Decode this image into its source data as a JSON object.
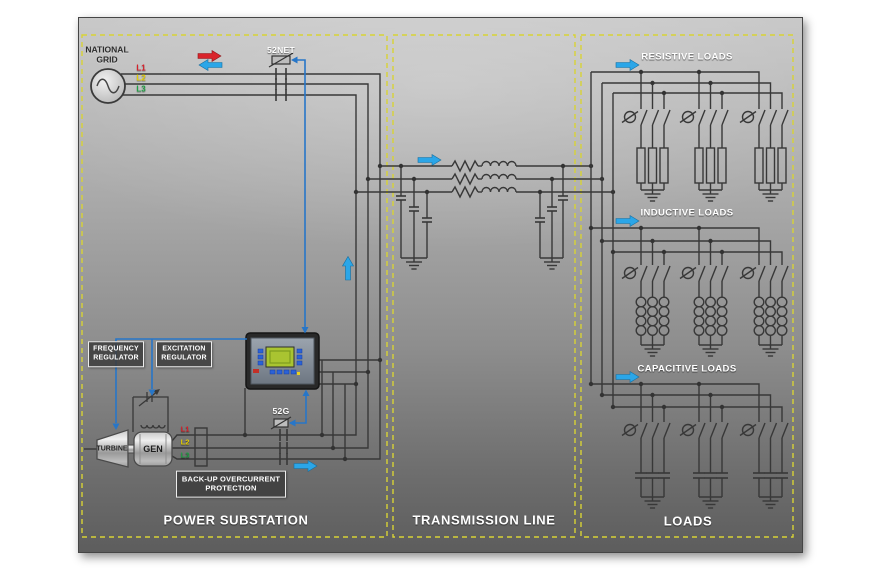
{
  "sections": {
    "substation": "POWER SUBSTATION",
    "transmission": "TRANSMISSION LINE",
    "loads": "LOADS"
  },
  "source": {
    "name_line1": "NATIONAL",
    "name_line2": "GRID"
  },
  "grid_phases": [
    {
      "label": "L1",
      "color": "#d6202a"
    },
    {
      "label": "L2",
      "color": "#e5ce00"
    },
    {
      "label": "L3",
      "color": "#1fa144"
    }
  ],
  "generator_phases": [
    {
      "label": "L1",
      "color": "#d6202a"
    },
    {
      "label": "L2",
      "color": "#e5ce00"
    },
    {
      "label": "L3",
      "color": "#1fa144"
    }
  ],
  "breakers": {
    "grid_breaker": "52NET",
    "generator_breaker": "52G"
  },
  "regulators": {
    "frequency": "FREQUENCY REGULATOR",
    "excitation": "EXCITATION REGULATOR"
  },
  "protection": {
    "backup": "BACK-UP OVERCURRENT PROTECTION"
  },
  "machines": {
    "turbine": "TURBINE",
    "generator": "GEN"
  },
  "load_sections": [
    {
      "title": "RESISTIVE LOADS"
    },
    {
      "title": "INDUCTIVE LOADS"
    },
    {
      "title": "CAPACITIVE LOADS"
    }
  ],
  "flow_colors": {
    "power_flow_arrow": "#2ba6e8",
    "reverse_flow_arrow": "#d9242b",
    "control_line": "#2776c8",
    "section_border": "#d8d335"
  }
}
